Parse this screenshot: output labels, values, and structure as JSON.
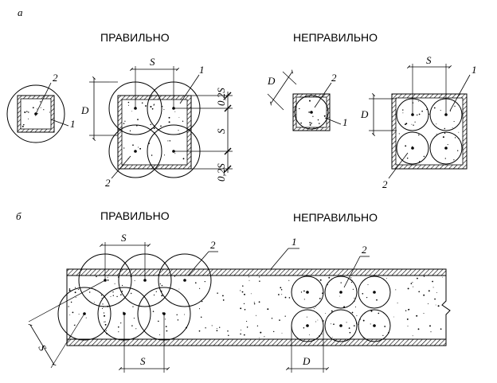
{
  "panel_a": {
    "letter": "а",
    "correct_title": "ПРАВИЛЬНО",
    "incorrect_title": "НЕПРАВИЛЬНО",
    "num_1": "1",
    "num_2": "2",
    "dim_s": "S",
    "dim_d": "D",
    "dim_02s": "0,2S"
  },
  "panel_b": {
    "letter": "б",
    "correct_title": "ПРАВИЛЬНО",
    "incorrect_title": "НЕПРАВИЛЬНО",
    "num_1": "1",
    "num_2": "2",
    "dim_s": "S",
    "dim_d": "D"
  }
}
